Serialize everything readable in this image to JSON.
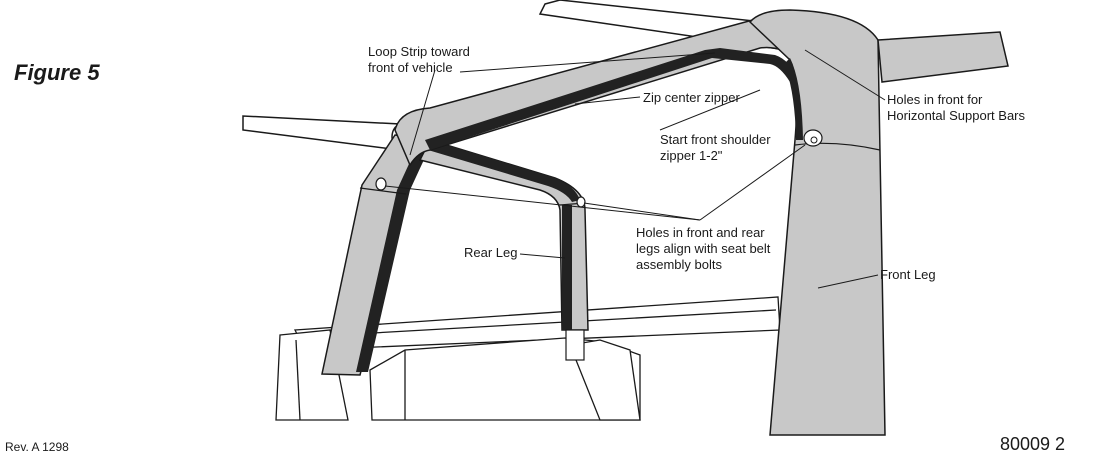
{
  "figure_title": "Figure 5",
  "labels": {
    "loop_strip": "Loop Strip toward\nfront of vehicle",
    "zip_center": "Zip center zipper",
    "start_front_shoulder": "Start front shoulder\nzipper 1-2\"",
    "holes_front_horizontal": "Holes in front for\nHorizontal Support Bars",
    "holes_align": "Holes in front and rear\nlegs align with seat belt\nassembly bolts",
    "rear_leg": "Rear Leg",
    "front_leg": "Front Leg"
  },
  "footer": {
    "revision": "Rev. A  1298",
    "part_number": "80009  2"
  },
  "colors": {
    "padding_fill": "#c8c8c8",
    "zipper": "#222222",
    "line": "#1a1a1a"
  }
}
